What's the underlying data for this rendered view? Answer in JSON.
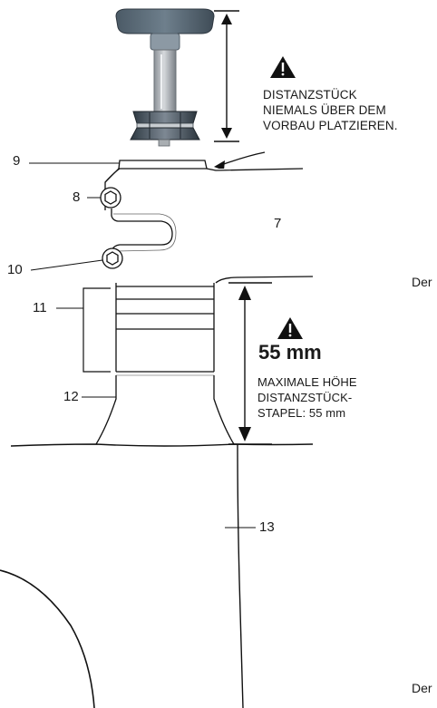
{
  "callouts": {
    "c7": "7",
    "c8": "8",
    "c9": "9",
    "c10": "10",
    "c11": "11",
    "c12": "12",
    "c13": "13"
  },
  "warning_top": {
    "line1": "DISTANZSTÜCK",
    "line2": "NIEMALS ÜBER DEM",
    "line3": "VORBAU PLATZIEREN."
  },
  "warning_height": {
    "value": "55 mm",
    "line1": "MAXIMALE HÖHE",
    "line2": "DISTANZSTÜCK-",
    "line3": "STAPEL: 55 mm"
  },
  "edge_text": {
    "top": "Der",
    "bottom": "Der"
  },
  "icons": [
    "warning-triangle-icon",
    "warning-triangle-icon"
  ]
}
